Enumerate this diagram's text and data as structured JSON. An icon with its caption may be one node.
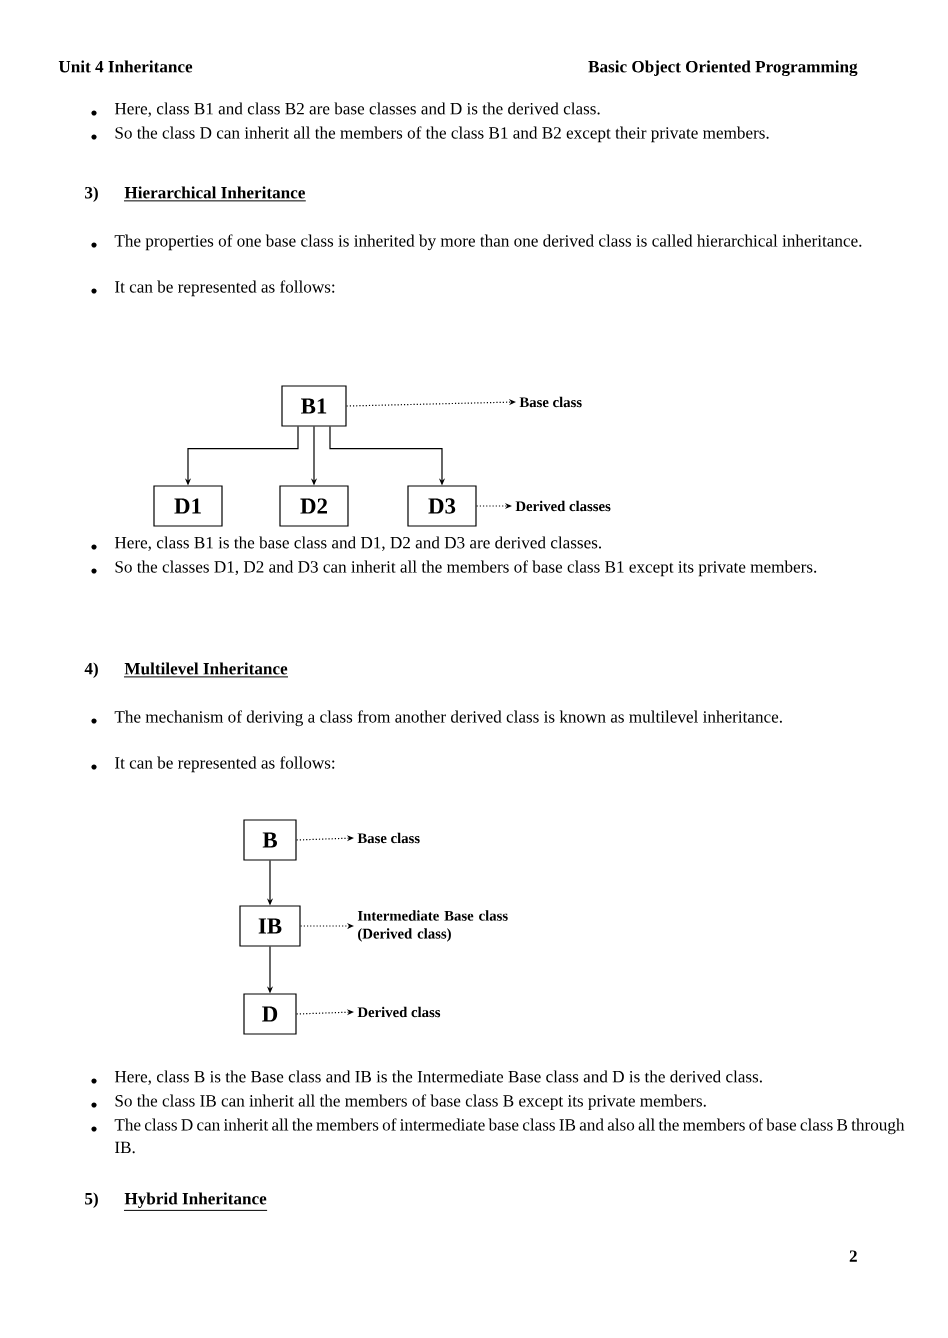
{
  "diagram": {
    "nodes": [
      {
        "text": [
          "B1"
        ]
      },
      {
        "text": [
          "D1"
        ]
      },
      {
        "text": [
          "D2"
        ]
      },
      {
        "text": [
          "D3"
        ]
      },
      {
        "text": [
          "Base class"
        ]
      },
      {
        "text": [
          "Derived classes"
        ]
      },
      {
        "text": [
          "B"
        ]
      },
      {
        "text": [
          "IB"
        ]
      },
      {
        "text": [
          "D"
        ]
      },
      {
        "text": [
          "Base class"
        ]
      },
      {
        "text": [
          "Intermediate Base class (Derived class)"
        ]
      },
      {
        "text": [
          "Derived class"
        ]
      }
    ],
    "edges": [
      {
        "from": 0,
        "to": 4,
        "arrow": "to",
        "style": "dashed"
      },
      {
        "from": 0,
        "to": 1,
        "arrow": "to"
      },
      {
        "from": 0,
        "to": 2,
        "arrow": "to"
      },
      {
        "from": 0,
        "to": 3,
        "arrow": "to"
      },
      {
        "from": 3,
        "to": 5,
        "arrow": "to",
        "style": "dashed"
      },
      {
        "from": 6,
        "to": 9,
        "arrow": "to",
        "style": "dashed"
      },
      {
        "from": 6,
        "to": 7,
        "arrow": "to"
      },
      {
        "from": 7,
        "to": 10,
        "arrow": "to",
        "style": "dashed"
      },
      {
        "from": 7,
        "to": 8,
        "arrow": "to"
      },
      {
        "from": 8,
        "to": 11,
        "arrow": "to",
        "style": "dashed"
      }
    ],
    "labels": [
      "Unit 4 Inheritance",
      "Basic Object Oriented Programming",
      "Here, class B1 and class B2 are base classes and D is the derived class.",
      "So the class D can inherit all the members of the class B1 and B2 except their private members.",
      "3)",
      "Hierarchical Inheritance",
      "The properties of one base class is inherited by more than one derived class is called hierarchical inheritance.",
      "It can be represented as follows:",
      "Here, class B1 is the base class and D1, D2 and D3 are derived classes.",
      "So the classes D1, D2 and D3 can inherit all the members of base class B1 except its private members.",
      "4)",
      "Multilevel Inheritance",
      "The mechanism of deriving a class from another derived class is known as multilevel inheritance.",
      "It can be represented as follows:",
      "Here, class B is the Base class and IB is the Intermediate Base class and D is the derived class.",
      "So the class IB can inherit all the members of base class B except its private members.",
      "The class D can inherit all the members of intermediate base class IB and also all the members of base class B through IB.",
      "5)",
      "Hybrid Inheritance",
      "2"
    ]
  }
}
